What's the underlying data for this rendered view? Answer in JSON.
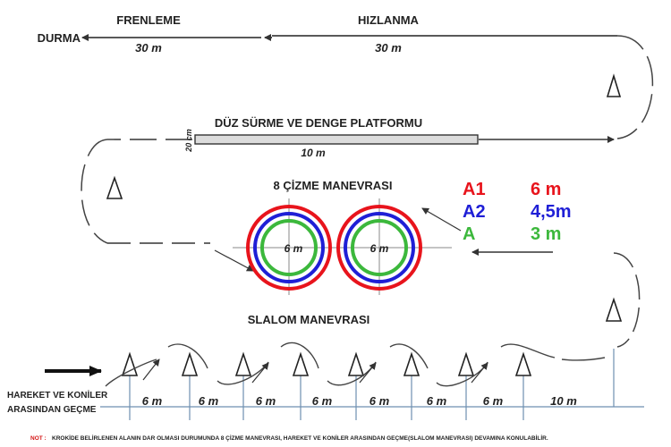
{
  "top": {
    "stop_label": "DURMA",
    "braking_label": "FRENLEME",
    "acceleration_label": "HIZLANMA",
    "braking_distance": "30 m",
    "acceleration_distance": "30 m"
  },
  "platform": {
    "title": "DÜZ SÜRME VE DENGE PLATFORMU",
    "width_label": "20 cm",
    "length_label": "10 m"
  },
  "figure8": {
    "title": "8  ÇİZME MANEVRASI",
    "left_diameter": "6 m",
    "right_diameter": "6 m"
  },
  "legend": {
    "rows": [
      {
        "class": "A1",
        "value": "6 m",
        "color": "#e8141c"
      },
      {
        "class": "A2",
        "value": "4,5m",
        "color": "#1f1fd6"
      },
      {
        "class": "A",
        "value": "3 m",
        "color": "#3cb83c"
      }
    ]
  },
  "slalom": {
    "title": "SLALOM MANEVRASI",
    "start_label_line1": "HAREKET VE KONİLER",
    "start_label_line2": "ARASINDAN GEÇME",
    "distances": [
      "6 m",
      "6 m",
      "6 m",
      "6 m",
      "6 m",
      "6 m",
      "6 m",
      "10 m"
    ]
  },
  "note": {
    "prefix": "NOT :",
    "text": "KROKİDE BELİRLENEN ALANIN DAR OLMASI DURUMUNDA 8 ÇİZME MANEVRASI,  HAREKET VE KONİLER ARASINDAN GEÇME(SLALOM MANEVRASI) DEVAMINA KONULABİLİR."
  }
}
